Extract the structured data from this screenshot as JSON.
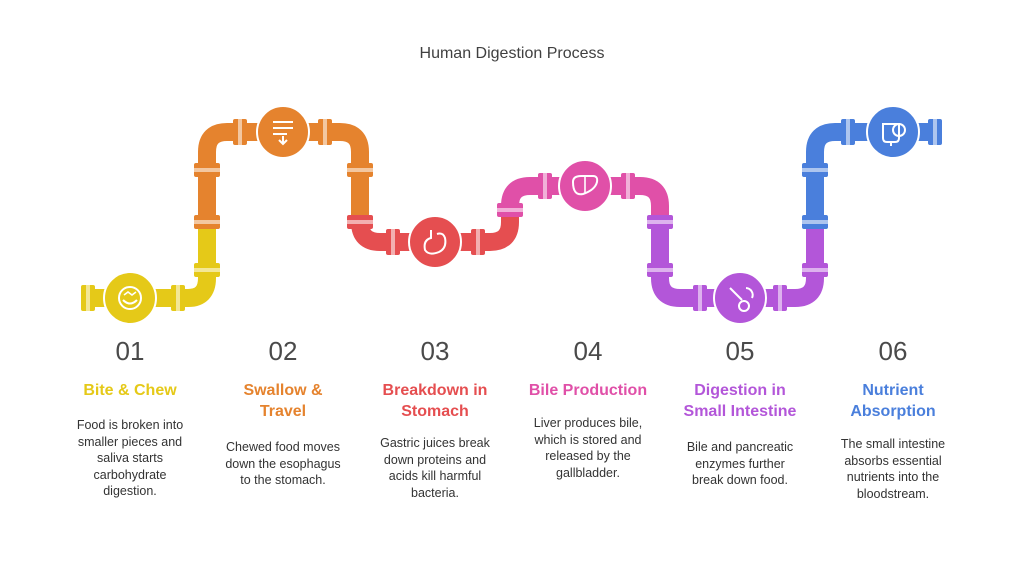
{
  "title": "Human Digestion Process",
  "colors": {
    "step1": "#E5C918",
    "step2": "#E5832E",
    "step3": "#E54E50",
    "step4": "#E050A8",
    "step5": "#B356D9",
    "step6": "#4A7FDC"
  },
  "steps": [
    {
      "number": "01",
      "heading": [
        "Bite & Chew"
      ],
      "description": [
        "Food is broken into",
        "smaller pieces and",
        "saliva starts",
        "carbohydrate",
        "digestion."
      ],
      "icon": "mouth-chewing-icon"
    },
    {
      "number": "02",
      "heading": [
        "Swallow &",
        "Travel"
      ],
      "description": [
        "Chewed food moves",
        "down the esophagus",
        "to the stomach."
      ],
      "icon": "esophagus-arrow-icon"
    },
    {
      "number": "03",
      "heading": [
        "Breakdown in",
        "Stomach"
      ],
      "description": [
        "Gastric juices break",
        "down proteins and",
        "acids kill harmful",
        "bacteria."
      ],
      "icon": "stomach-icon"
    },
    {
      "number": "04",
      "heading": [
        "Bile Production"
      ],
      "description": [
        "Liver produces bile,",
        "which is stored and",
        "released by the",
        "gallbladder."
      ],
      "icon": "liver-icon"
    },
    {
      "number": "05",
      "heading": [
        "Digestion in",
        "Small Intestine"
      ],
      "description": [
        "Bile and pancreatic",
        "enzymes further",
        "break down food."
      ],
      "icon": "enzyme-capsule-icon"
    },
    {
      "number": "06",
      "heading": [
        "Nutrient",
        "Absorption"
      ],
      "description": [
        "The small intestine",
        "absorbs essential",
        "nutrients into the",
        "bloodstream."
      ],
      "icon": "iv-drip-icon"
    }
  ]
}
